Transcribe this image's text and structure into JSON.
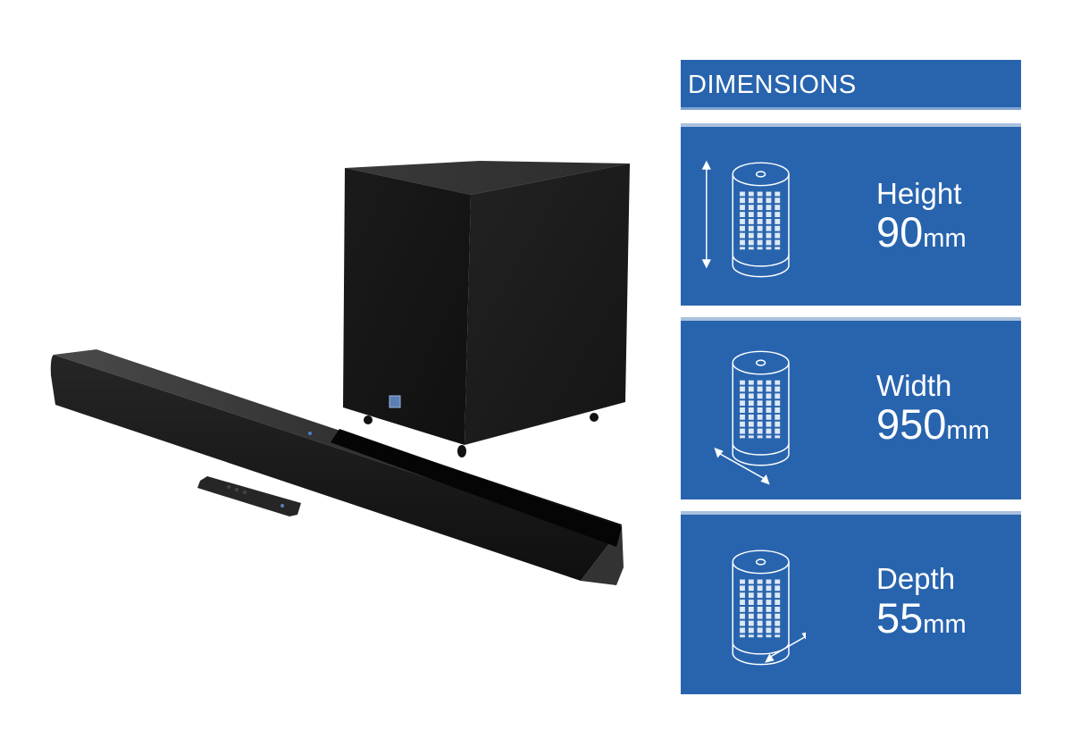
{
  "dimensions": {
    "title": "DIMENSIONS",
    "accent_color": "#2864ae",
    "items": [
      {
        "label": "Height",
        "value": "90",
        "unit": "mm",
        "icon": "cylinder-height-arrow-icon"
      },
      {
        "label": "Width",
        "value": "950",
        "unit": "mm",
        "icon": "cylinder-width-arrow-icon"
      },
      {
        "label": "Depth",
        "value": "55",
        "unit": "mm",
        "icon": "cylinder-depth-arrow-icon"
      }
    ]
  },
  "product": {
    "components": [
      "soundbar",
      "subwoofer",
      "remote-control"
    ],
    "color": "black"
  }
}
